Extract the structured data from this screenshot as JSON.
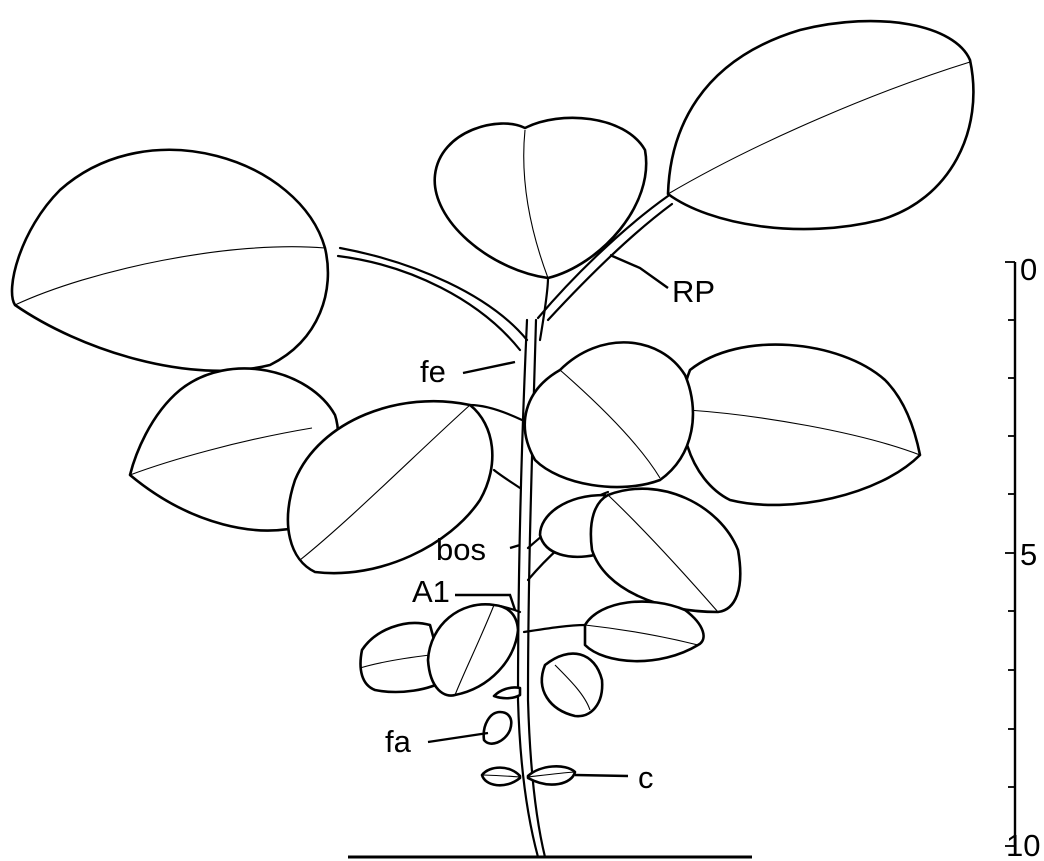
{
  "labels": {
    "rp": "RP",
    "fe": "fe",
    "bos": "bos",
    "a1": "A1",
    "fa": "fa",
    "c": "c"
  },
  "scale": {
    "top": "0",
    "mid": "5",
    "bottom": "10"
  }
}
